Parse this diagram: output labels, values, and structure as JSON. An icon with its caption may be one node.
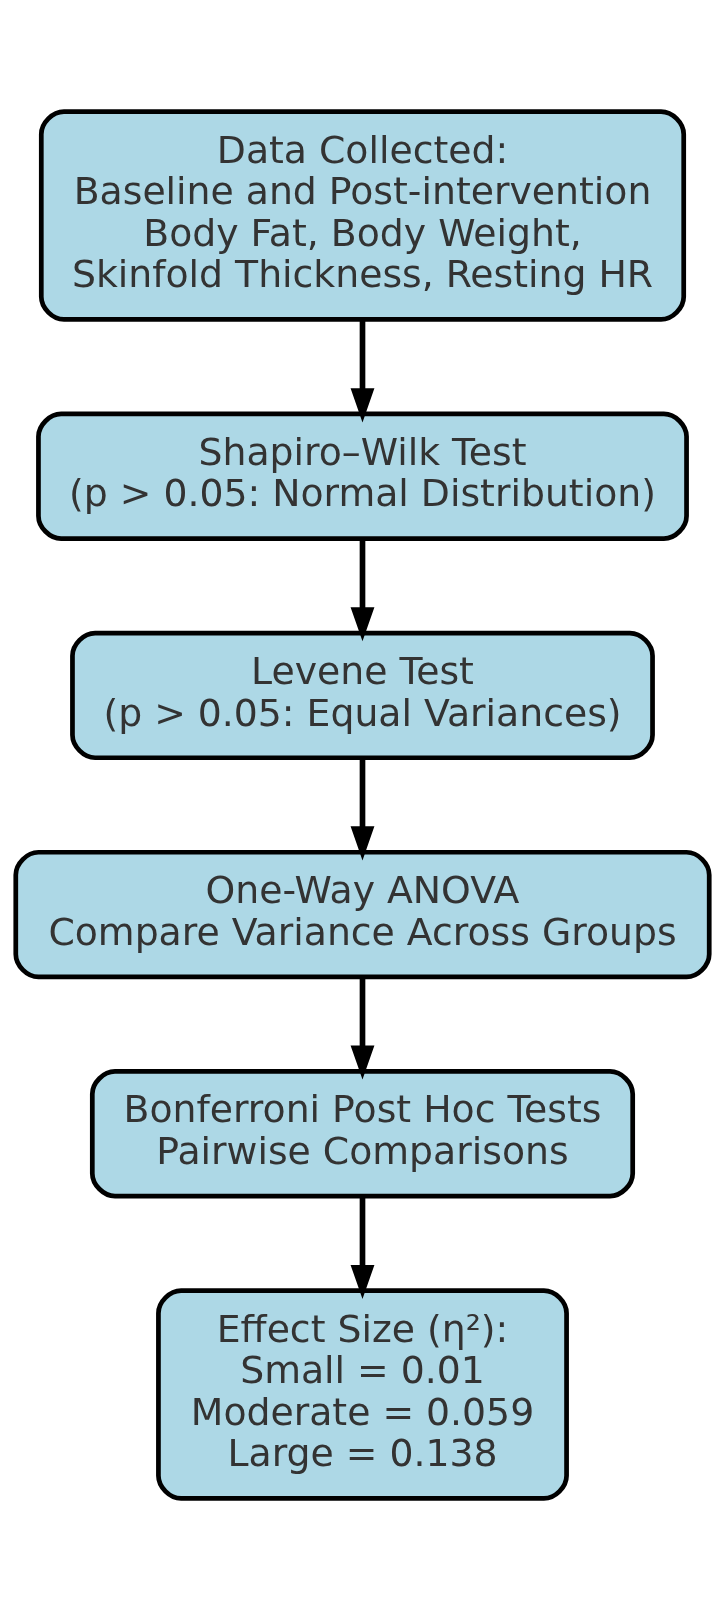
{
  "diagram": {
    "nodes": [
      {
        "text": [
          "Data Collected:",
          "Baseline and Post-intervention",
          "Body Fat, Body Weight,",
          "Skinfold Thickness, Resting HR"
        ]
      },
      {
        "text": [
          "Shapiro–Wilk Test",
          "(p > 0.05: Normal Distribution)"
        ]
      },
      {
        "text": [
          "Levene Test",
          "(p > 0.05: Equal Variances)"
        ]
      },
      {
        "text": [
          "One-Way ANOVA",
          "Compare Variance Across Groups"
        ]
      },
      {
        "text": [
          "Bonferroni Post Hoc Tests",
          "Pairwise Comparisons"
        ]
      },
      {
        "text": [
          "Effect Size (η²):",
          "Small = 0.01",
          "Moderate = 0.059",
          "Large = 0.138"
        ]
      }
    ],
    "edges": [
      {
        "from": 0,
        "to": 1,
        "arrow": "to"
      },
      {
        "from": 1,
        "to": 2,
        "arrow": "to"
      },
      {
        "from": 2,
        "to": 3,
        "arrow": "to"
      },
      {
        "from": 3,
        "to": 4,
        "arrow": "to"
      },
      {
        "from": 4,
        "to": 5,
        "arrow": "to"
      }
    ]
  }
}
